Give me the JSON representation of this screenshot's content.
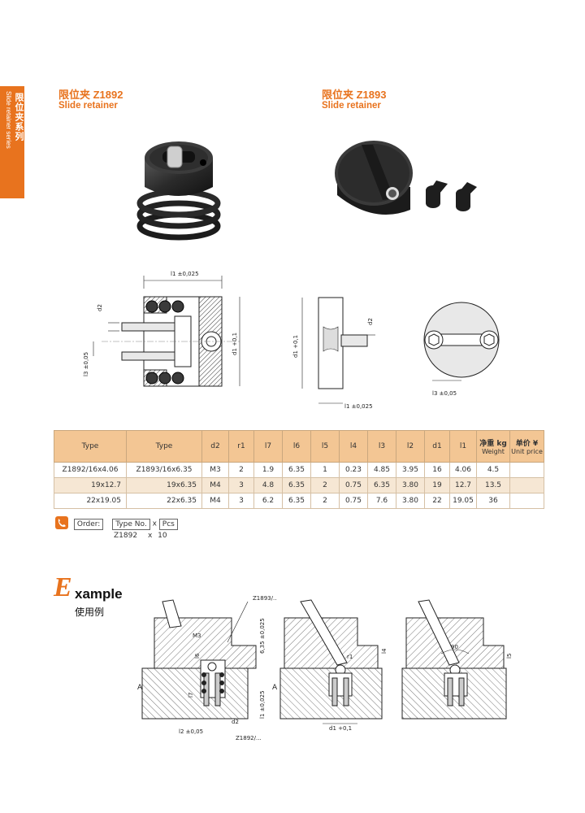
{
  "side_tab": {
    "en": "Slide retainer series",
    "cn": "限位夹系列"
  },
  "products": [
    {
      "cn": "限位夹 Z1892",
      "en": "Slide retainer"
    },
    {
      "cn": "限位夹 Z1893",
      "en": "Slide retainer"
    }
  ],
  "drawing_labels": {
    "l1": "l1 ±0,025",
    "d2": "d2",
    "d1": "d1 +0,1",
    "l3": "l3 ±0,05",
    "l3b": "l3 ±0,05",
    "d2b": "d2",
    "d1b": "d1 +0,1",
    "l1b": "l1 ±0,025"
  },
  "table": {
    "headers": [
      "Type",
      "Type",
      "d2",
      "r1",
      "l7",
      "l6",
      "l5",
      "l4",
      "l3",
      "l2",
      "d1",
      "l1",
      "净重 kg",
      "Weight",
      "单价 ¥",
      "Unit price"
    ],
    "rows": [
      [
        "Z1892/16x4.06",
        "Z1893/16x6.35",
        "M3",
        "2",
        "1.9",
        "6.35",
        "1",
        "0.23",
        "4.85",
        "3.95",
        "16",
        "4.06",
        "4.5",
        ""
      ],
      [
        "19x12.7",
        "19x6.35",
        "M4",
        "3",
        "4.8",
        "6.35",
        "2",
        "0.75",
        "6.35",
        "3.80",
        "19",
        "12.7",
        "13.5",
        ""
      ],
      [
        "22x19.05",
        "22x6.35",
        "M4",
        "3",
        "6.2",
        "6.35",
        "2",
        "0.75",
        "7.6",
        "3.80",
        "22",
        "19.05",
        "36",
        ""
      ]
    ]
  },
  "order": {
    "label": "Order:",
    "type_no": "Type No.",
    "x": "x",
    "pcs": "Pcs",
    "ex_type": "Z1892",
    "ex_x": "x",
    "ex_qty": "10"
  },
  "example": {
    "first_letter": "E",
    "rest": "xample",
    "cn": "使用例"
  },
  "example_labels": {
    "z1893": "Z1893/..",
    "m3": "M3",
    "l6": "l6",
    "l5": "6,35 ±0,025",
    "l7": "l7",
    "l1": "l1 ±0,025",
    "l2": "l2 ±0,05",
    "d2": "d2",
    "z1892": "Z1892/...",
    "a1": "A",
    "a2": "A",
    "r1": "r1",
    "d1": "d1 +0,1",
    "l4": "l4",
    "deg": "90",
    "l5b": "l5"
  }
}
